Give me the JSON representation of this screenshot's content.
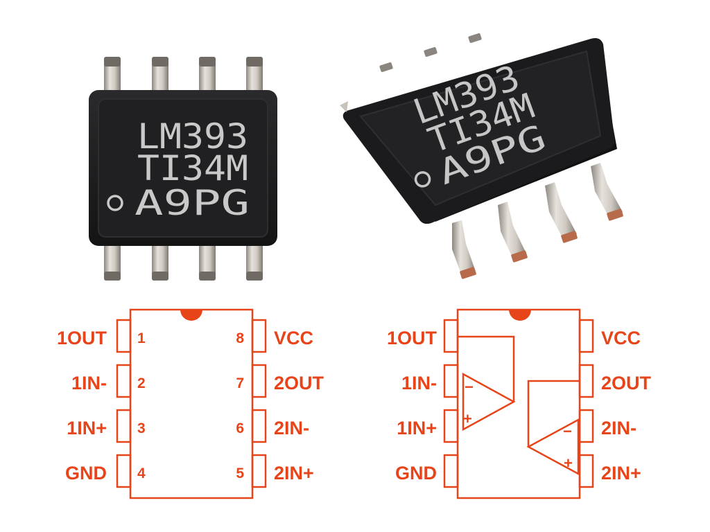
{
  "chip_marking": {
    "line1": "LM393",
    "line2": "TI34M",
    "line3": "A9PG"
  },
  "pinout": {
    "left_pins": [
      {
        "number": "1",
        "label": "1OUT"
      },
      {
        "number": "2",
        "label": "1IN-"
      },
      {
        "number": "3",
        "label": "1IN+"
      },
      {
        "number": "4",
        "label": "GND"
      }
    ],
    "right_pins": [
      {
        "number": "8",
        "label": "VCC"
      },
      {
        "number": "7",
        "label": "2OUT"
      },
      {
        "number": "6",
        "label": "2IN-"
      },
      {
        "number": "5",
        "label": "2IN+"
      }
    ]
  },
  "opamp_symbols": {
    "minus": "−",
    "plus": "+"
  },
  "colors": {
    "diagram": "#e8441a",
    "chip_body": "#1d1d1f",
    "marking": "#c9c9c9",
    "lead": "#b9b4ad"
  }
}
